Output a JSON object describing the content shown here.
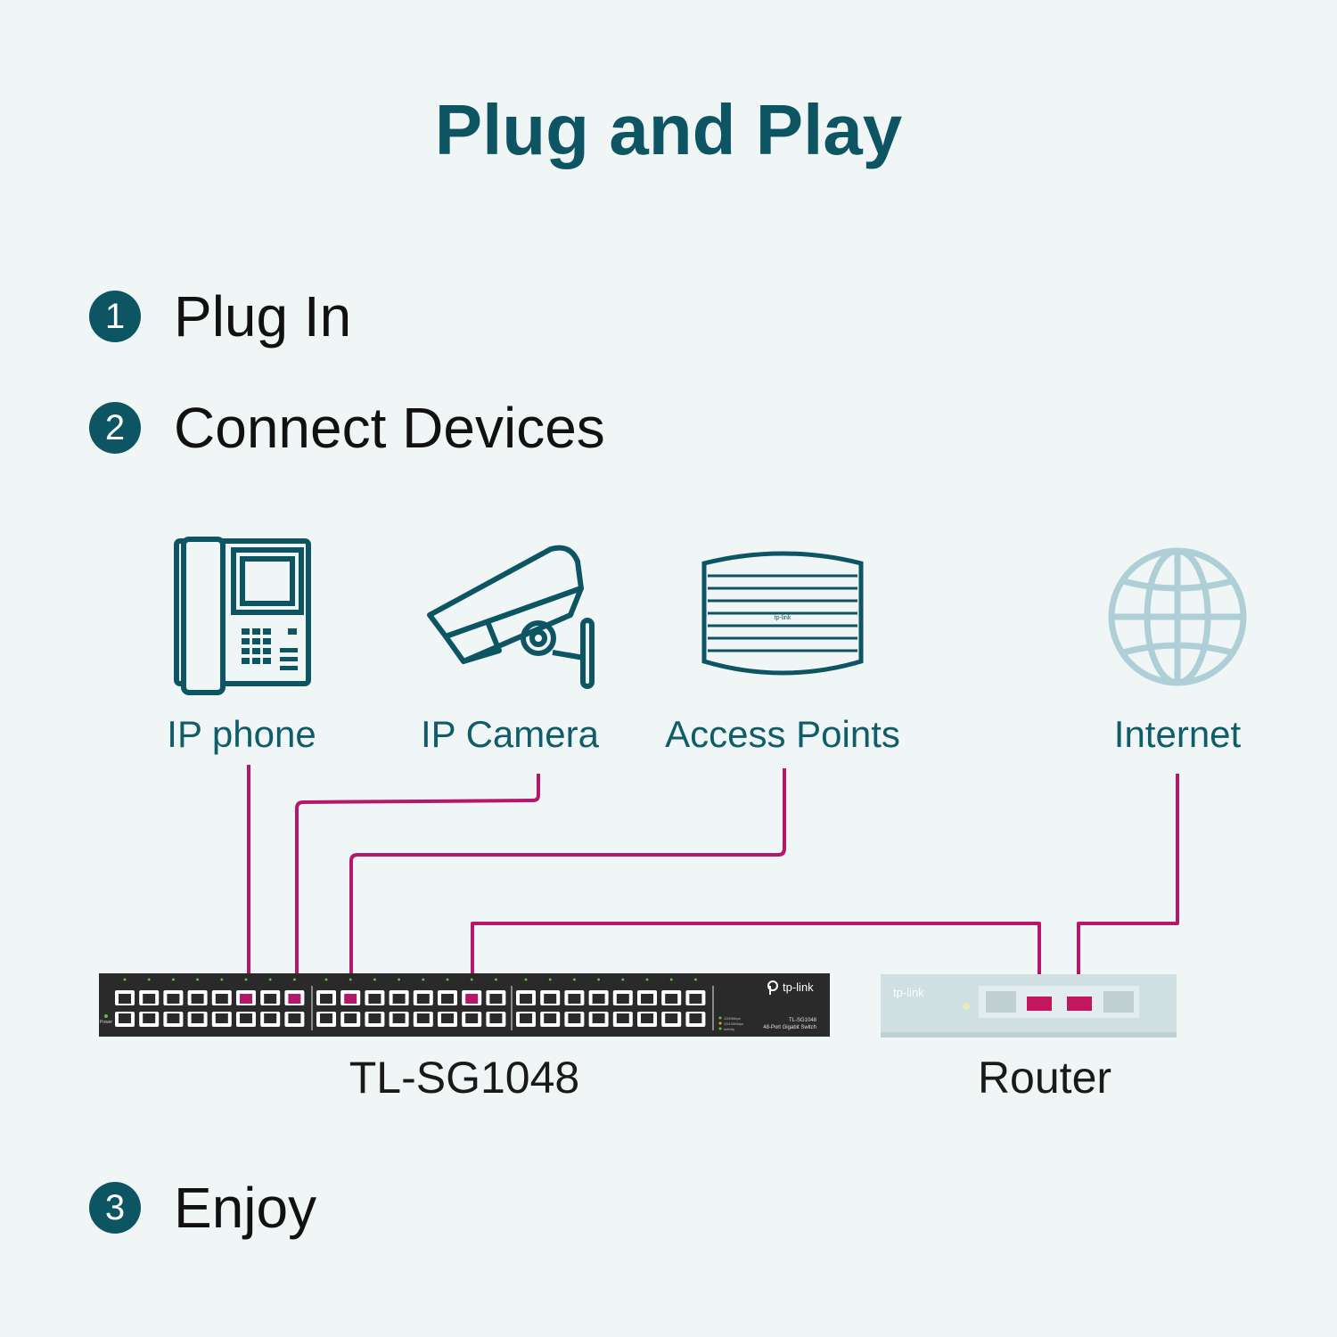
{
  "title": "Plug and Play",
  "steps": [
    {
      "num": "1",
      "label": "Plug In"
    },
    {
      "num": "2",
      "label": "Connect Devices"
    },
    {
      "num": "3",
      "label": "Enjoy"
    }
  ],
  "devices": {
    "ip_phone": "IP phone",
    "ip_camera": "IP Camera",
    "access_points": "Access Points",
    "internet": "Internet"
  },
  "switch": {
    "label": "TL-SG1048",
    "brand": "tp-link",
    "model": "TL-SG1048",
    "description": "48-Port Gigabit Switch",
    "power_label": "Power",
    "led_legend": [
      "1000Mbps",
      "10/100Mbps",
      "activity"
    ]
  },
  "ap_brand": "tp-link",
  "router": {
    "label": "Router",
    "brand": "tp-link"
  },
  "colors": {
    "primary": "#0e5563",
    "cable": "#b5176b",
    "globe": "#aecfd6"
  }
}
